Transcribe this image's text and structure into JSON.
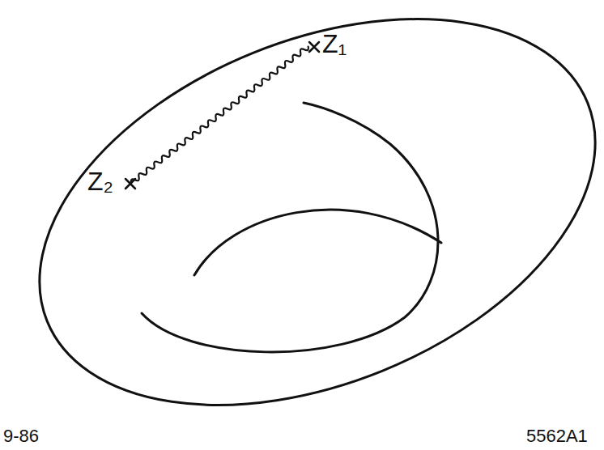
{
  "diagram": {
    "labels": [
      "Z₁",
      "Z₂",
      "9-86",
      "5562A1"
    ]
  }
}
